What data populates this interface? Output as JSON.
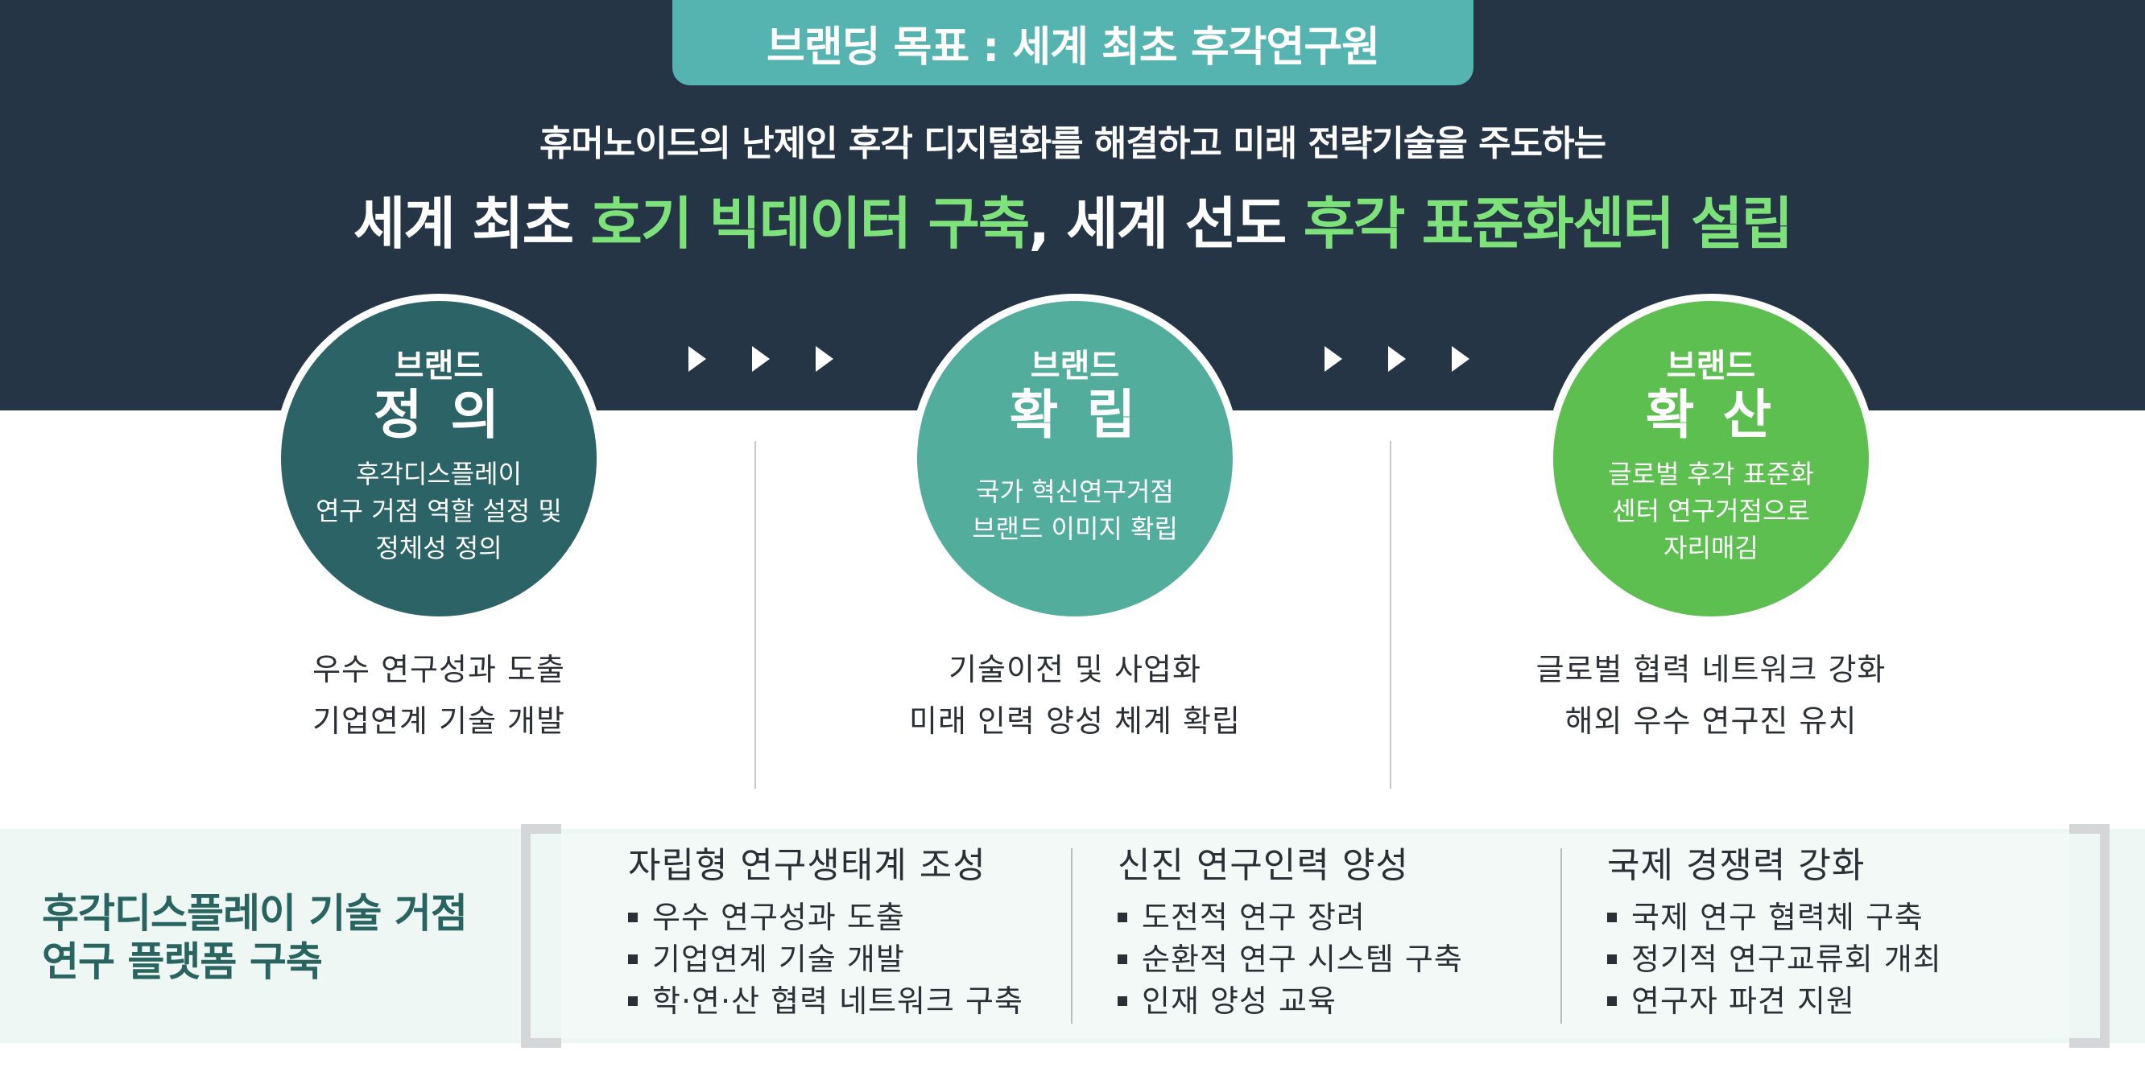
{
  "banner": {
    "goal": "브랜딩 목표 : 세계 최초 후각연구원"
  },
  "intro": {
    "subtitle": "휴머노이드의 난제인 후각 디지털화를 해결하고 미래 전략기술을 주도하는",
    "headline_parts": [
      "세계 최초 ",
      "호기 빅데이터 구축",
      ", 세계 선도 ",
      "후각 표준화센터 설립"
    ]
  },
  "colors": {
    "dark": "#253546",
    "teal_pill": "#55b3b0",
    "highlight": "#7ee27b",
    "circle1": "#2b6366",
    "circle2": "#52ad9c",
    "circle3": "#5dbf4f",
    "platform_text": "#2a6460"
  },
  "stages": [
    {
      "label": "브랜드",
      "title": "정 의",
      "desc": [
        "후각디스플레이",
        "연구 거점 역할 설정 및",
        "정체성 정의"
      ],
      "items": [
        "우수 연구성과 도출",
        "기업연계 기술 개발"
      ]
    },
    {
      "label": "브랜드",
      "title": "확 립",
      "desc": [
        "국가 혁신연구거점",
        "브랜드 이미지 확립"
      ],
      "items": [
        "기술이전 및 사업화",
        "미래 인력 양성 체계 확립"
      ]
    },
    {
      "label": "브랜드",
      "title": "확 산",
      "desc": [
        "글로벌 후각 표준화",
        "센터 연구거점으로",
        "자리매김"
      ],
      "items": [
        "글로벌 협력 네트워크 강화",
        "해외 우수 연구진 유치"
      ]
    }
  ],
  "platform": {
    "title_lines": [
      "후각디스플레이 기술 거점",
      "연구 플랫폼 구축"
    ],
    "columns": [
      {
        "heading": "자립형 연구생태계 조성",
        "items": [
          "우수 연구성과 도출",
          "기업연계 기술 개발",
          "학·연·산 협력 네트워크 구축"
        ]
      },
      {
        "heading": "신진 연구인력 양성",
        "items": [
          "도전적 연구 장려",
          "순환적 연구 시스템 구축",
          "인재 양성 교육"
        ]
      },
      {
        "heading": "국제 경쟁력 강화",
        "items": [
          "국제 연구 협력체 구축",
          "정기적 연구교류회 개최",
          "연구자 파견 지원"
        ]
      }
    ]
  }
}
